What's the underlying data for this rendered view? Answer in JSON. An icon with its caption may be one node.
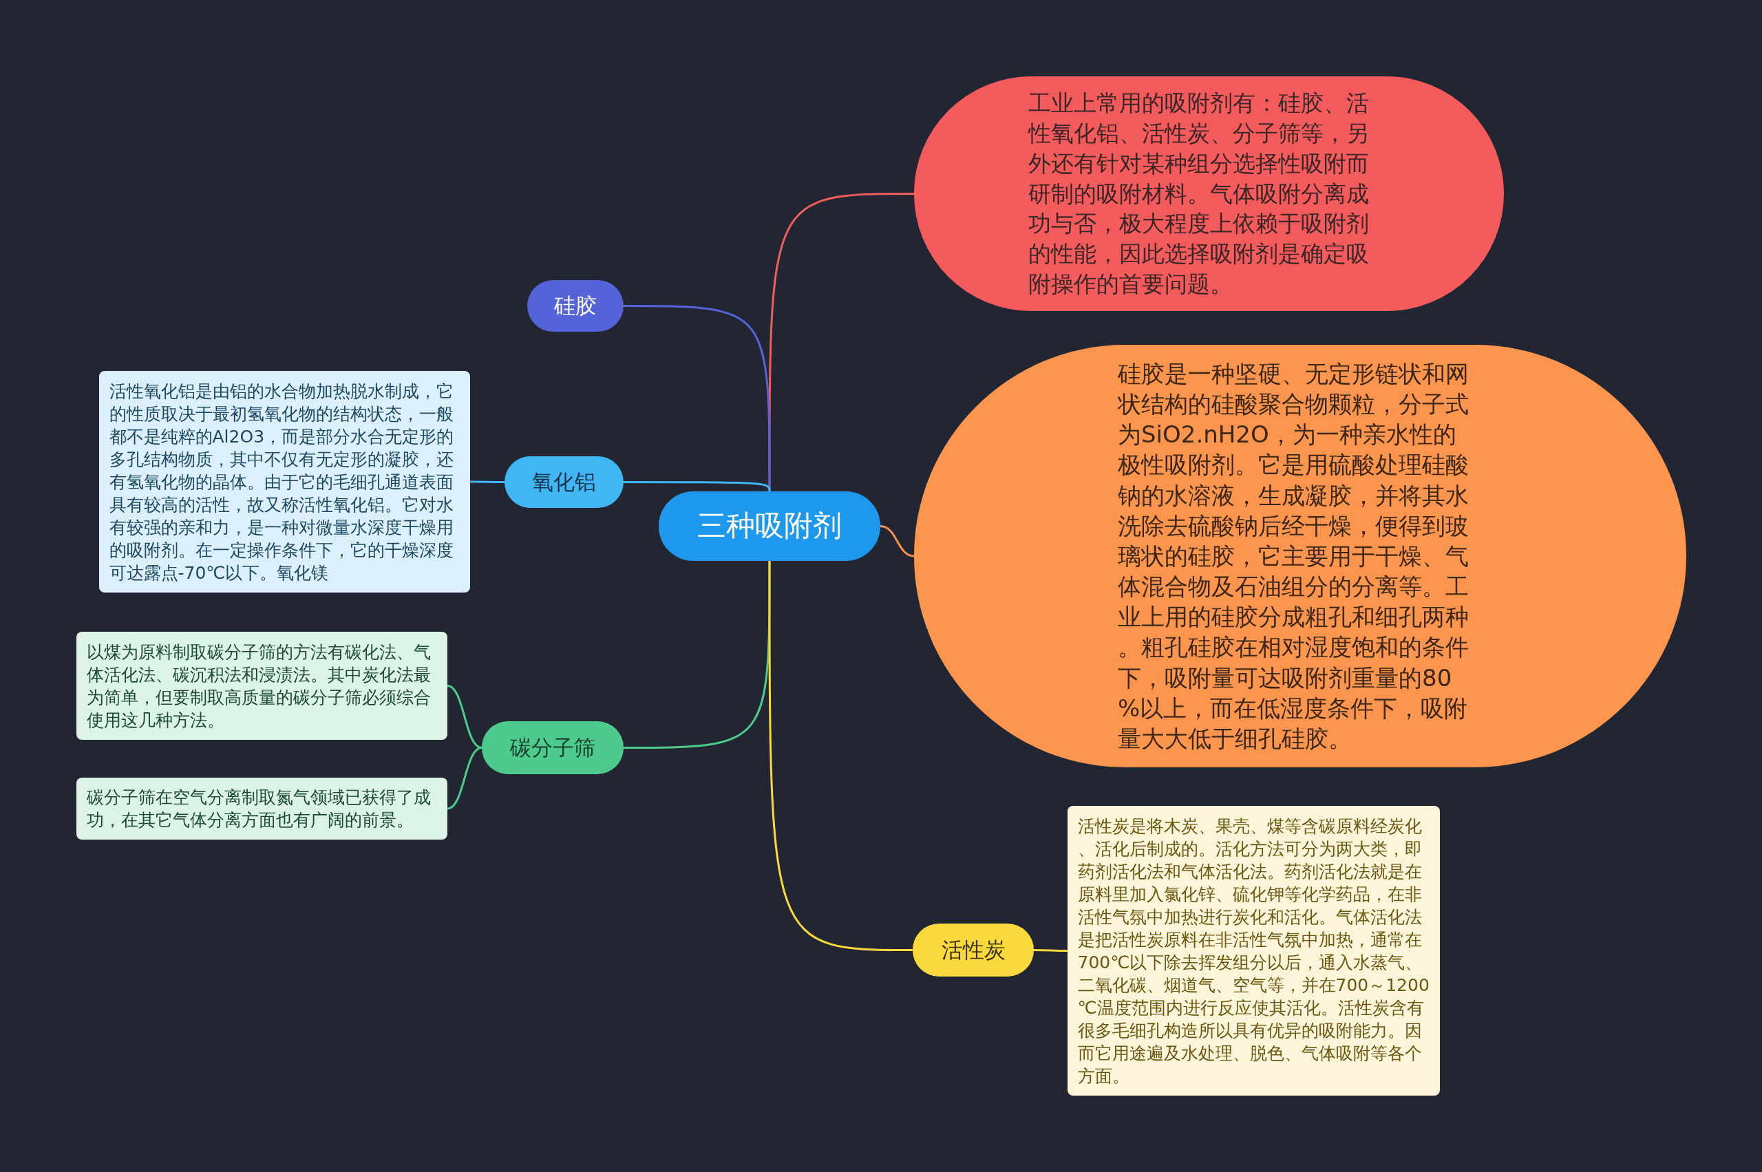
{
  "diagram": {
    "nodes": [
      {
        "text": [
          "三种吸附剂"
        ]
      },
      {
        "text": [
          "工业上常用的吸附剂有：硅胶、活性氧化铝、活性炭、分子筛等，另外还有针对某种组分选择性吸附而研制的吸附材料。气体吸附分离成功与否，极大程度上依赖于吸附剂的性能，因此选择吸附剂是确定吸附操作的首要问题。"
        ]
      },
      {
        "text": [
          "硅胶是一种坚硬、无定形链状和网状结构的硅酸聚合物颗粒，分子式为SiO2.nH2O，为一种亲水性的极性吸附剂。它是用硫酸处理硅酸钠的水溶液，生成凝胶，并将其水洗除去硫酸钠后经干燥，便得到玻璃状的硅胶，它主要用于干燥、气体混合物及石油组分的分离等。工业上用的硅胶分成粗孔和细孔两种。粗孔硅胶在相对湿度饱和的条件下，吸附量可达吸附剂重量的80%以上，而在低湿度条件下，吸附量大大低于细孔硅胶。"
        ]
      },
      {
        "text": [
          "硅胶"
        ]
      },
      {
        "text": [
          "氧化铝"
        ]
      },
      {
        "text": [
          "活性氧化铝是由铝的水合物加热脱水制成，它的性质取决于最初氢氧化物的结构状态，一般都不是纯粹的Al2O3，而是部分水合无定形的多孔结构物质，其中不仅有无定形的凝胶，还有氢氧化物的晶体。由于它的毛细孔通道表面具有较高的活性，故又称活性氧化铝。它对水有较强的亲和力，是一种对微量水深度干燥用的吸附剂。在一定操作条件下，它的干燥深度可达露点-70℃以下。氧化镁"
        ]
      },
      {
        "text": [
          "碳分子筛"
        ]
      },
      {
        "text": [
          "以煤为原料制取碳分子筛的方法有碳化法、气体活化法、碳沉积法和浸渍法。其中炭化法最为简单，但要制取高质量的碳分子筛必须综合使用这几种方法。"
        ]
      },
      {
        "text": [
          "碳分子筛在空气分离制取氮气领域已获得了成功，在其它气体分离方面也有广阔的前景。"
        ]
      },
      {
        "text": [
          "活性炭"
        ]
      },
      {
        "text": [
          "活性炭是将木炭、果壳、煤等含碳原料经炭化、活化后制成的。活化方法可分为两大类，即药剂活化法和气体活化法。药剂活化法就是在原料里加入氯化锌、硫化钾等化学药品，在非活性气氛中加热进行炭化和活化。气体活化法是把活性炭原料在非活性气氛中加热，通常在700℃以下除去挥发组分以后，通入水蒸气、二氧化碳、烟道气、空气等，并在700～1200℃温度范围内进行反应使其活化。活性炭含有很多毛细孔构造所以具有优异的吸附能力。因而它用途遍及水处理、脱色、气体吸附等各个方面。"
        ]
      }
    ],
    "edges": [
      {
        "from": 0,
        "to": 1,
        "arrow": "none",
        "color": "#f15e5b"
      },
      {
        "from": 0,
        "to": 2,
        "arrow": "none",
        "color": "#f7914c"
      },
      {
        "from": 0,
        "to": 3,
        "arrow": "none",
        "color": "#5563d8"
      },
      {
        "from": 0,
        "to": 4,
        "arrow": "none",
        "color": "#40b7f2"
      },
      {
        "from": 0,
        "to": 6,
        "arrow": "none",
        "color": "#4ccb8d"
      },
      {
        "from": 0,
        "to": 9,
        "arrow": "none",
        "color": "#fad93c"
      },
      {
        "from": 4,
        "to": 5,
        "arrow": "none",
        "color": "#40b7f2"
      },
      {
        "from": 6,
        "to": 7,
        "arrow": "none",
        "color": "#4ccb8d"
      },
      {
        "from": 6,
        "to": 8,
        "arrow": "none",
        "color": "#4ccb8d"
      },
      {
        "from": 9,
        "to": 10,
        "arrow": "none",
        "color": "#fad93c"
      }
    ]
  }
}
